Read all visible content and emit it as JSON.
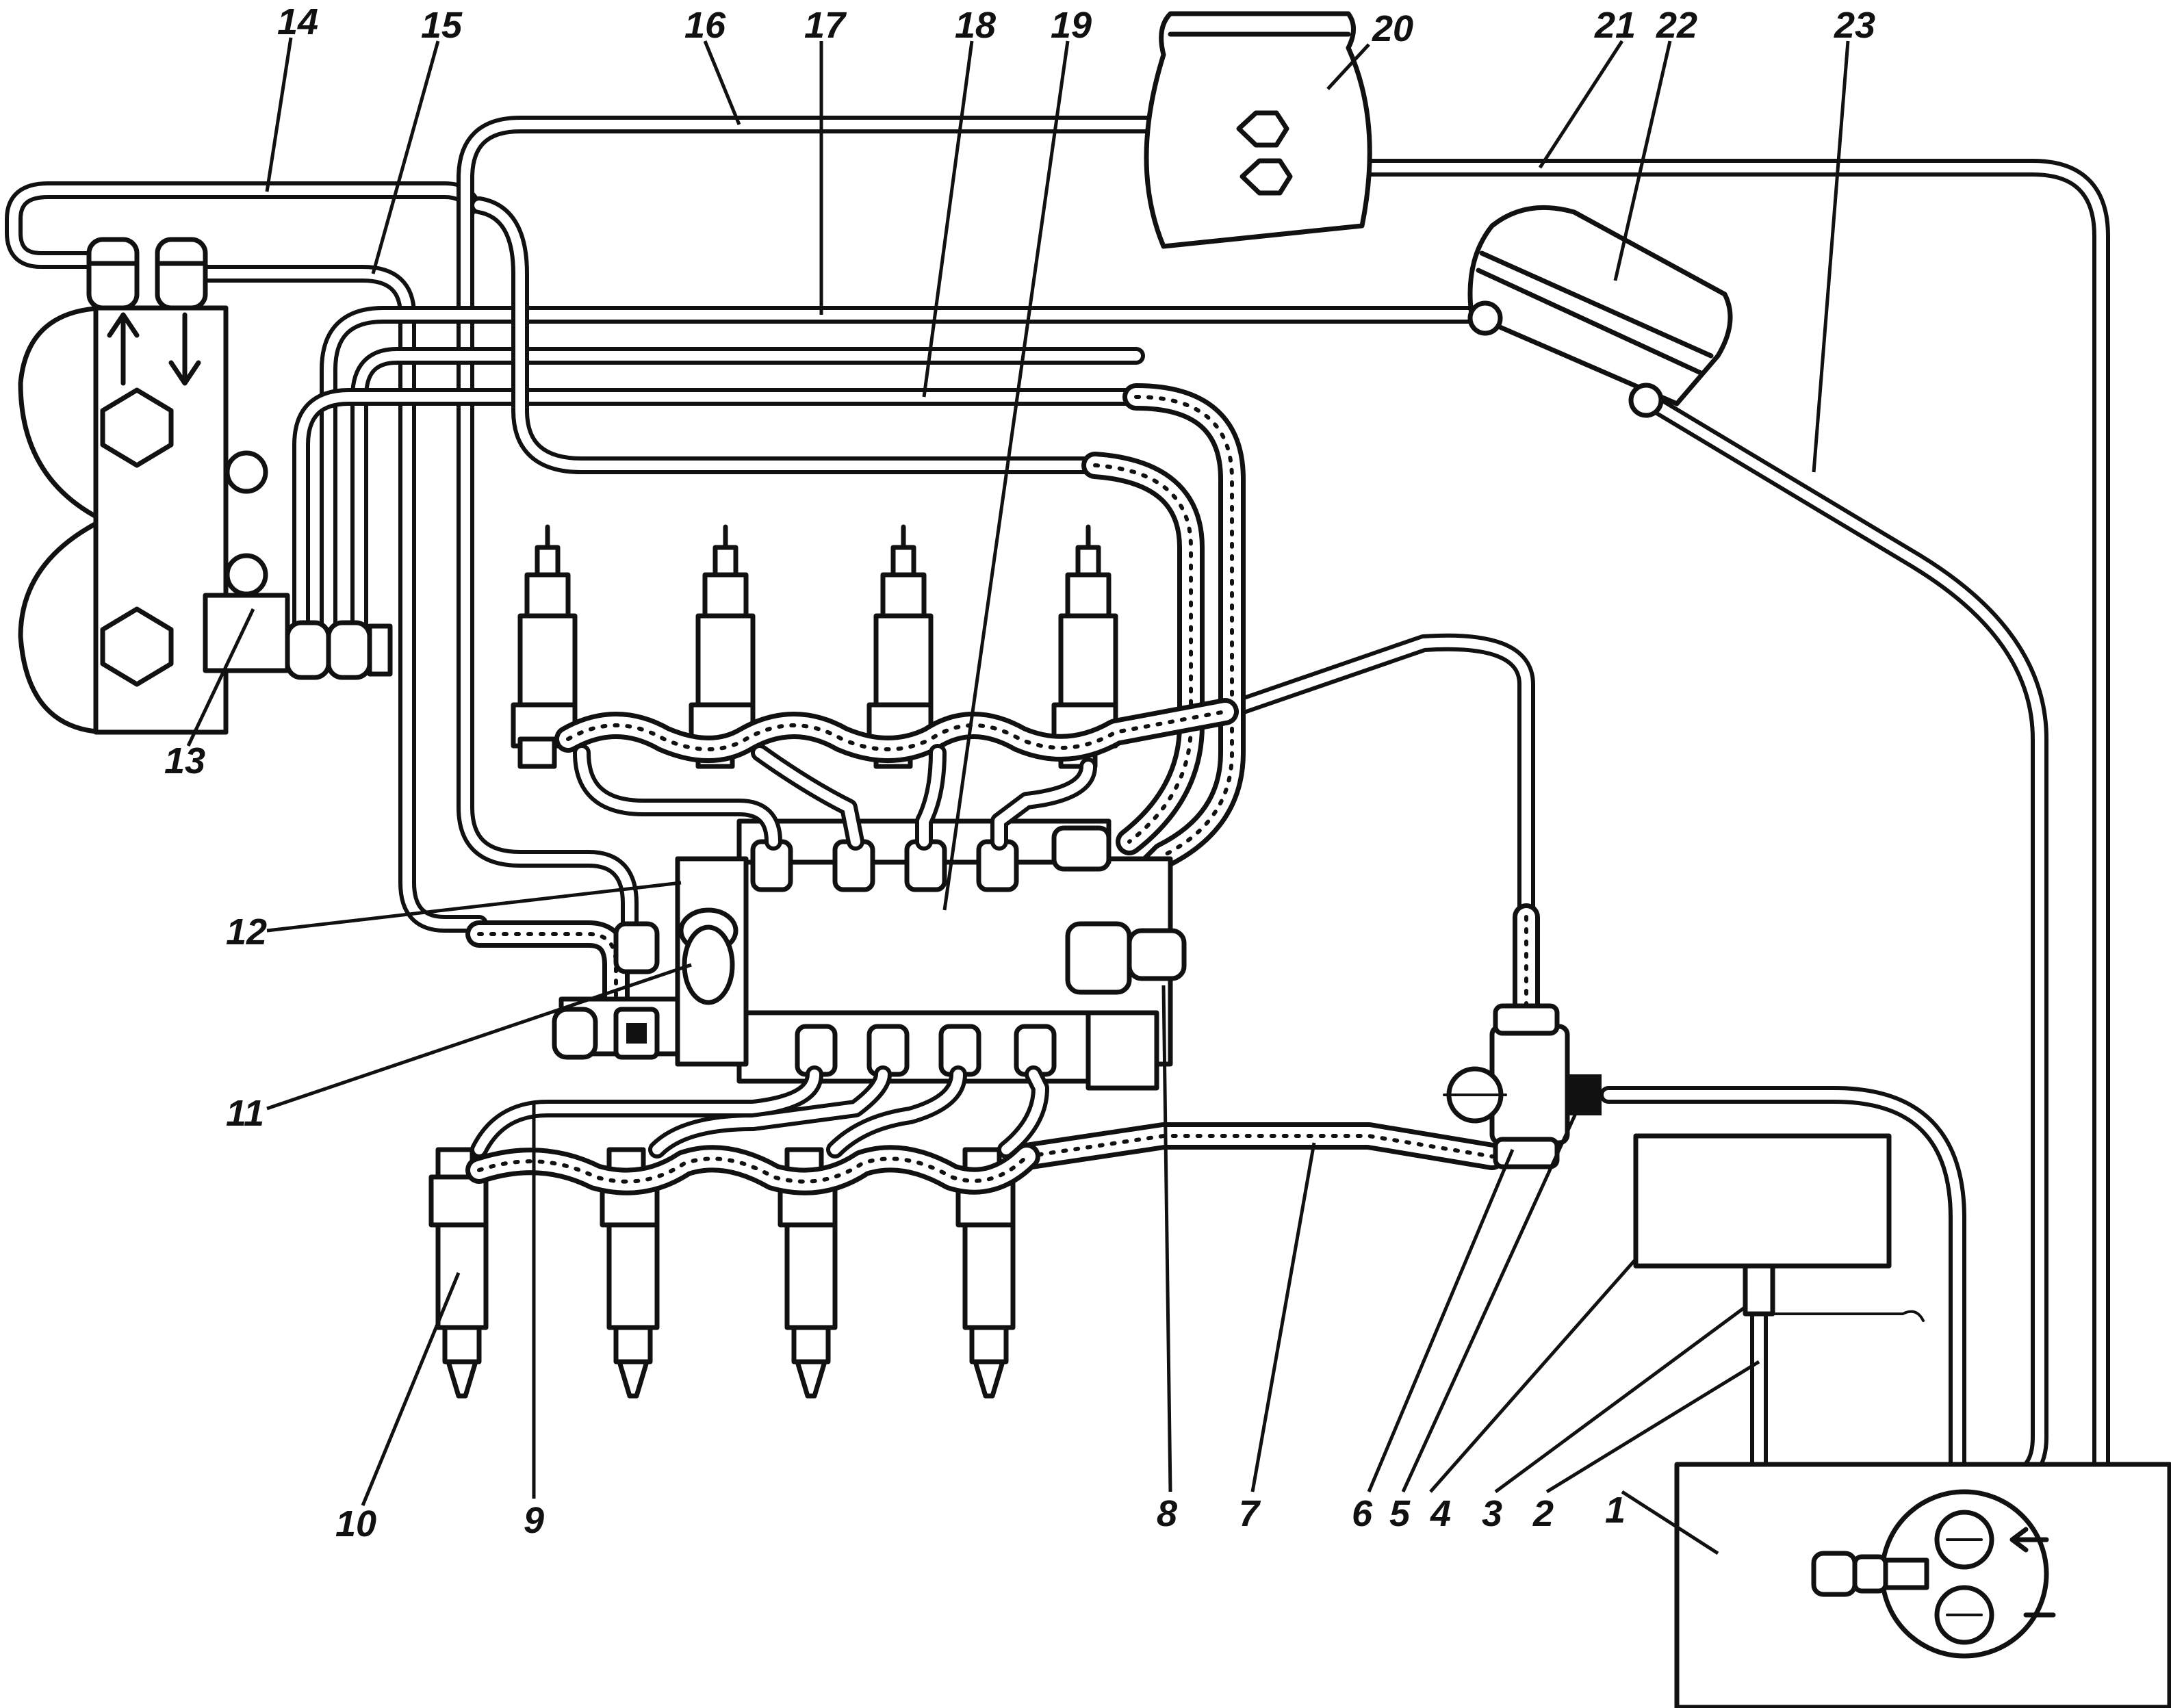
{
  "diagram": {
    "callouts": [
      {
        "id": "1",
        "text": "1"
      },
      {
        "id": "2",
        "text": "2"
      },
      {
        "id": "3",
        "text": "3"
      },
      {
        "id": "4",
        "text": "4"
      },
      {
        "id": "5",
        "text": "5"
      },
      {
        "id": "6",
        "text": "6"
      },
      {
        "id": "7",
        "text": "7"
      },
      {
        "id": "8",
        "text": "8"
      },
      {
        "id": "9",
        "text": "9"
      },
      {
        "id": "10",
        "text": "10"
      },
      {
        "id": "11",
        "text": "11"
      },
      {
        "id": "12",
        "text": "12"
      },
      {
        "id": "13",
        "text": "13"
      },
      {
        "id": "14",
        "text": "14"
      },
      {
        "id": "15",
        "text": "15"
      },
      {
        "id": "16",
        "text": "16"
      },
      {
        "id": "17",
        "text": "17"
      },
      {
        "id": "18",
        "text": "18"
      },
      {
        "id": "19",
        "text": "19"
      },
      {
        "id": "20",
        "text": "20"
      },
      {
        "id": "21",
        "text": "21"
      },
      {
        "id": "22",
        "text": "22"
      },
      {
        "id": "23",
        "text": "23"
      }
    ],
    "icons": {
      "injector": "injector-icon",
      "filter": "fuel-filter-icon",
      "tank": "fuel-tank-icon",
      "pump": "injection-pump-icon",
      "arrow": "flow-arrow-icon"
    }
  }
}
